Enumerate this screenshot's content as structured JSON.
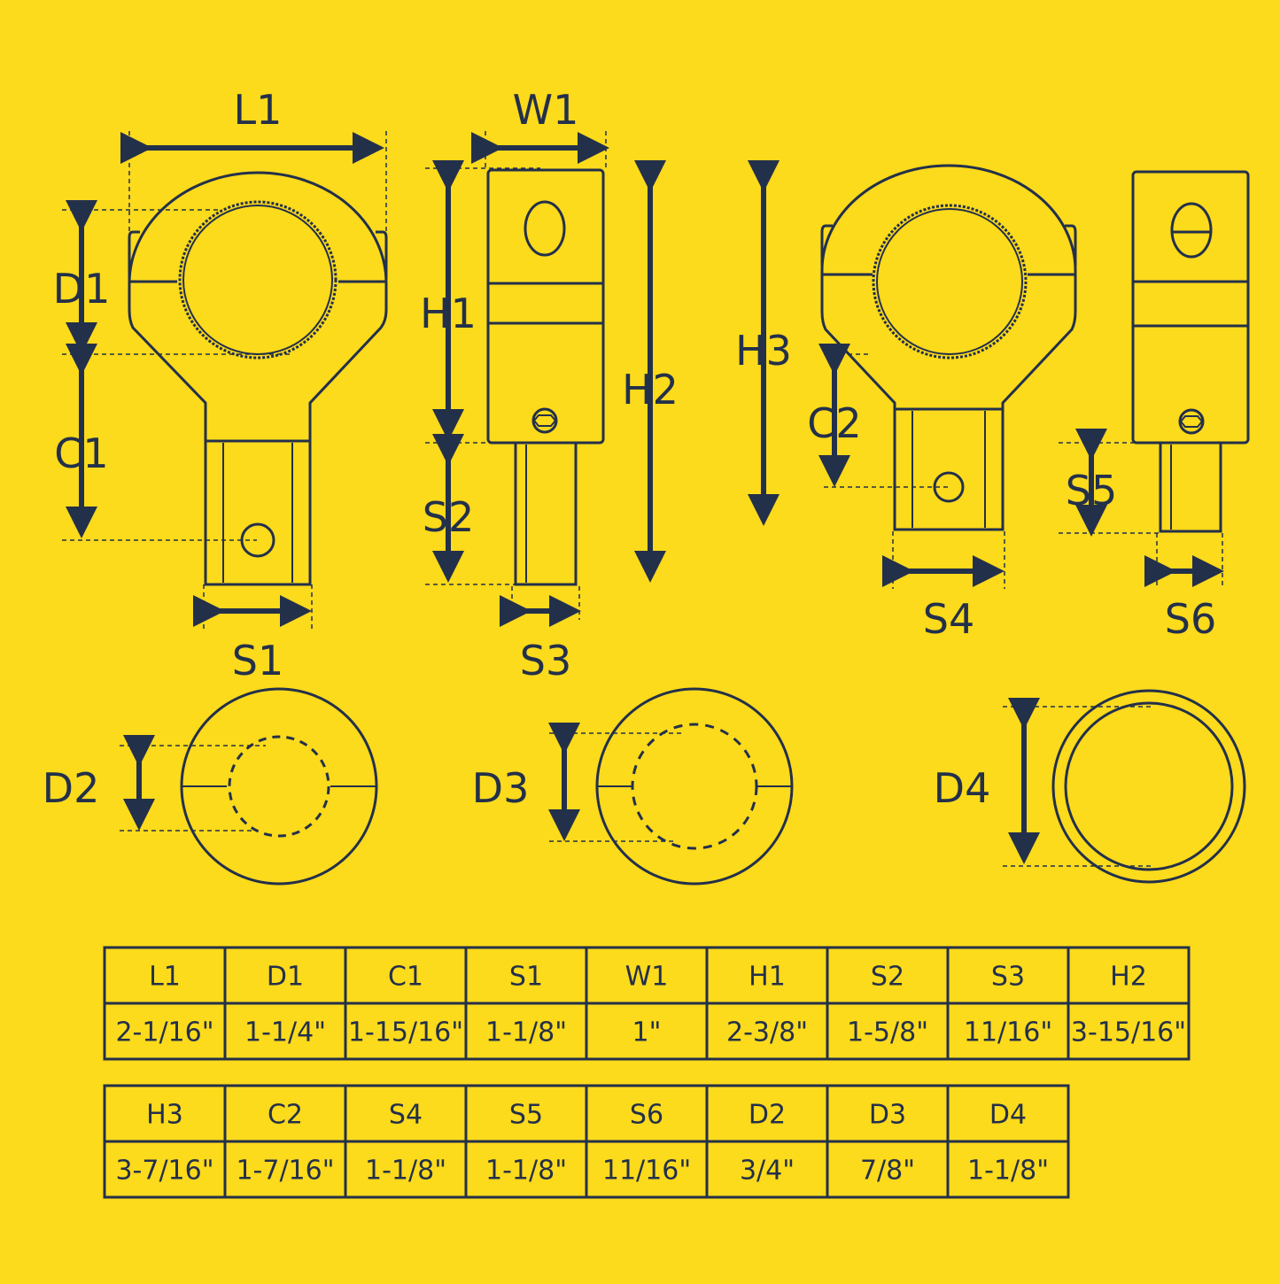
{
  "colors": {
    "background": "#FCDA1C",
    "ink": "#23304A"
  },
  "labels": {
    "L1": "L1",
    "W1": "W1",
    "D1": "D1",
    "C1": "C1",
    "S1": "S1",
    "H1": "H1",
    "H2": "H2",
    "S2": "S2",
    "S3": "S3",
    "H3": "H3",
    "C2": "C2",
    "S4": "S4",
    "S5": "S5",
    "S6": "S6",
    "D2": "D2",
    "D3": "D3",
    "D4": "D4"
  },
  "tables": [
    {
      "headers": [
        "L1",
        "D1",
        "C1",
        "S1",
        "W1",
        "H1",
        "S2",
        "S3",
        "H2"
      ],
      "values": [
        "2-1/16\"",
        "1-1/4\"",
        "1-15/16\"",
        "1-1/8\"",
        "1\"",
        "2-3/8\"",
        "1-5/8\"",
        "11/16\"",
        "3-15/16\""
      ]
    },
    {
      "headers": [
        "H3",
        "C2",
        "S4",
        "S5",
        "S6",
        "D2",
        "D3",
        "D4"
      ],
      "values": [
        "3-7/16\"",
        "1-7/16\"",
        "1-1/8\"",
        "1-1/8\"",
        "11/16\"",
        "3/4\"",
        "7/8\"",
        "1-1/8\""
      ]
    }
  ]
}
